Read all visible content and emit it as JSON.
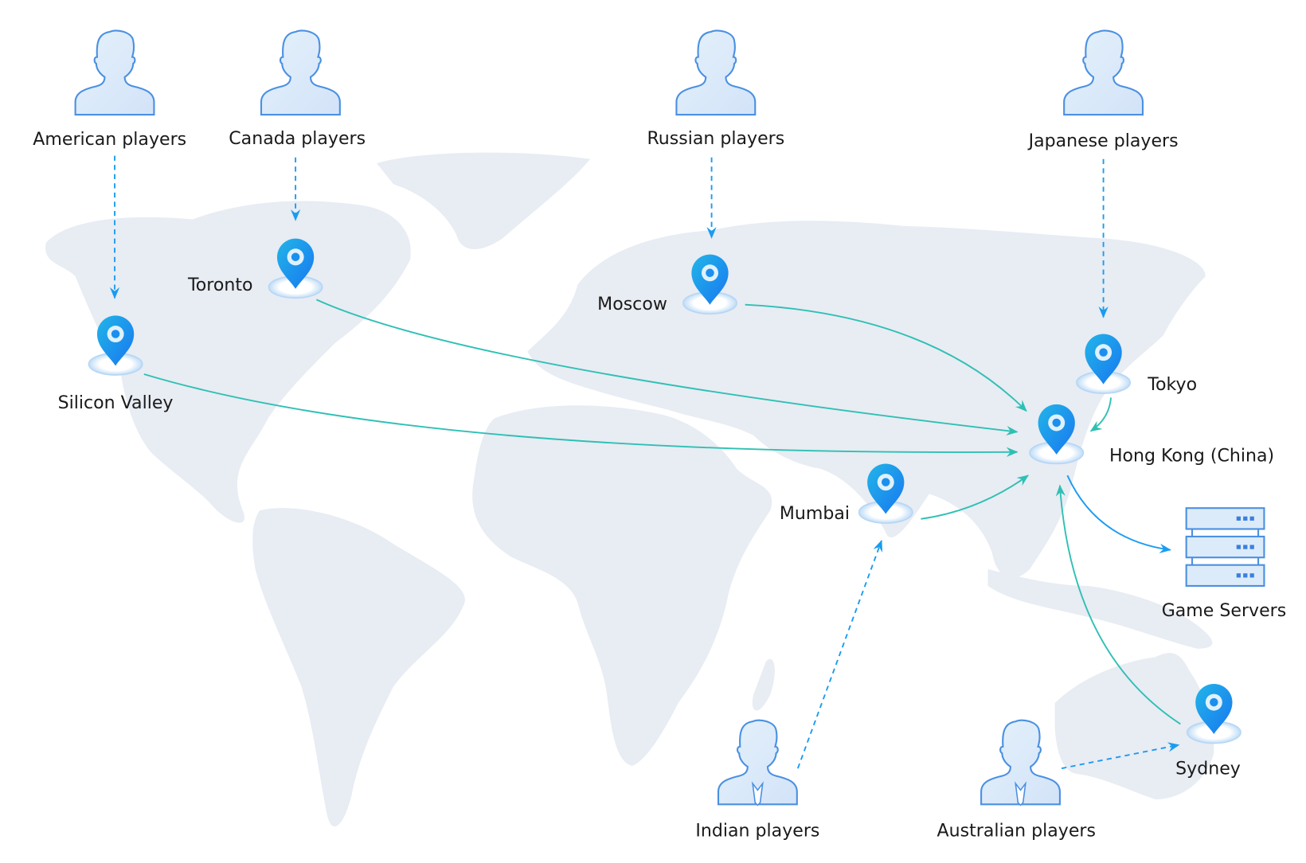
{
  "players": {
    "american": "American players",
    "canada": "Canada players",
    "russian": "Russian players",
    "japanese": "Japanese players",
    "indian": "Indian players",
    "australian": "Australian players"
  },
  "locations": {
    "toronto": "Toronto",
    "silicon_valley": "Silicon Valley",
    "moscow": "Moscow",
    "tokyo": "Tokyo",
    "hong_kong": "Hong Kong (China)",
    "mumbai": "Mumbai",
    "sydney": "Sydney"
  },
  "servers": {
    "label": "Game Servers"
  },
  "colors": {
    "pin": "#1a8ff0",
    "teal": "#2ec0b4",
    "dashed": "#1a9cf0",
    "land": "#e8ecf3"
  }
}
